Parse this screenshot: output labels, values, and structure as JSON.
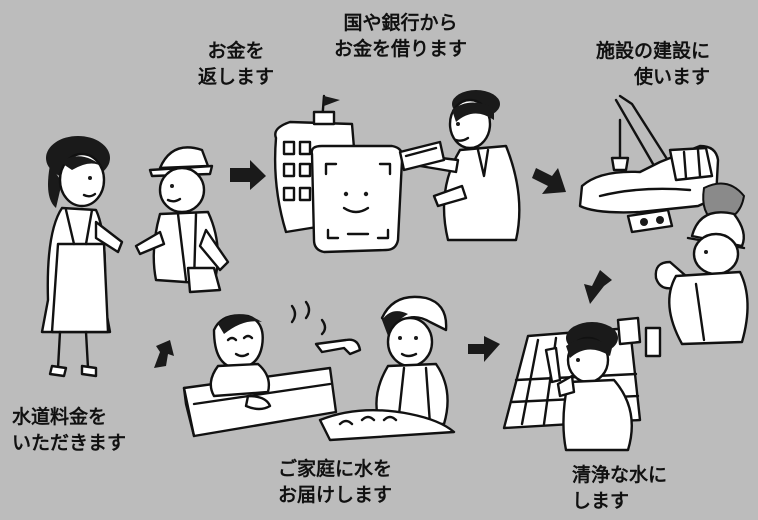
{
  "captions": {
    "repay": [
      "お金を",
      "返します"
    ],
    "borrow": [
      "国や銀行から",
      "お金を借ります"
    ],
    "construct": [
      "施設の建設に",
      "使います"
    ],
    "purify": [
      "清浄な水に",
      "します"
    ],
    "deliver": [
      "ご家庭に水を",
      "お届けします"
    ],
    "collect": [
      "水道料金を",
      "いただきます"
    ]
  },
  "colors": {
    "background": "#bcbcbc",
    "line": "#111111",
    "fill": "#ffffff"
  }
}
